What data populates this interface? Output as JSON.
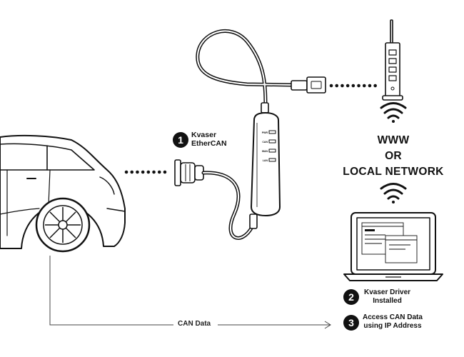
{
  "device": {
    "step": "1",
    "name_line1": "Kvaser",
    "name_line2": "EtherCAN",
    "led_labels": [
      "PWR",
      "CAN",
      "WAN",
      "LAN"
    ]
  },
  "network": {
    "line1": "WWW",
    "line2": "OR",
    "line3": "LOCAL NETWORK"
  },
  "steps": [
    {
      "number": "2",
      "line1": "Kvaser Driver",
      "line2": "Installed"
    },
    {
      "number": "3",
      "line1": "Access CAN Data",
      "line2": "using IP Address"
    }
  ],
  "can_data_label": "CAN Data",
  "icons": {
    "car": "car-icon",
    "router": "router-icon",
    "laptop": "laptop-icon",
    "wifi": "wifi-icon",
    "device": "ethercan-device-icon"
  }
}
